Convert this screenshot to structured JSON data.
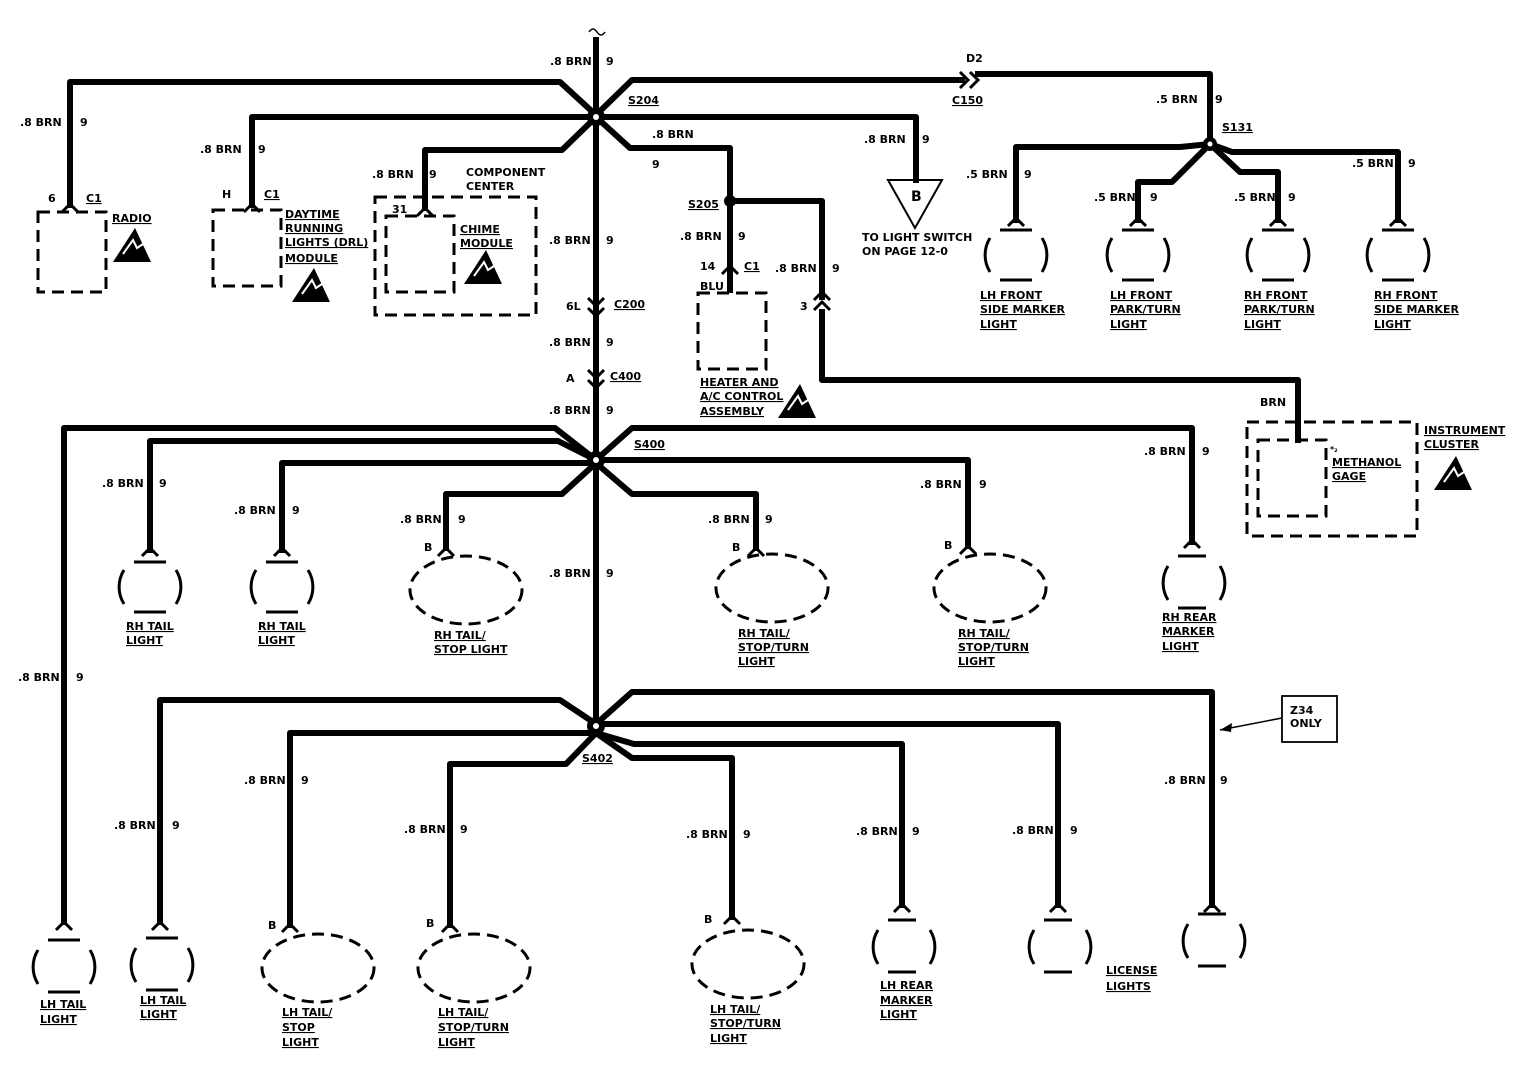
{
  "splices": {
    "s204": "S204",
    "s205": "S205",
    "s131": "S131",
    "s400": "S400",
    "s402": "S402"
  },
  "connectors": {
    "c150": "C150",
    "c200": "C200",
    "c400": "C400",
    "d2": "D2",
    "c1": "C1",
    "pin_6": "6",
    "pin_h": "H",
    "pin_31": "31",
    "pin_14": "14",
    "pin_3": "3",
    "pin_6l": "6L",
    "pin_a": "A",
    "pin_b": "B"
  },
  "wires": {
    "brn_08": ".8 BRN",
    "brn_05": ".5 BRN",
    "brn": "BRN",
    "blu": "BLU",
    "circuit": "9"
  },
  "components": {
    "radio": "RADIO",
    "drl": [
      "DAYTIME",
      "RUNNING",
      "LIGHTS (DRL)",
      "MODULE"
    ],
    "component_center": [
      "COMPONENT",
      "CENTER"
    ],
    "chime": [
      "CHIME",
      "MODULE"
    ],
    "heater": [
      "HEATER AND",
      "A/C CONTROL",
      "ASSEMBLY"
    ],
    "light_switch_ref": "B",
    "light_switch": [
      "TO LIGHT SWITCH",
      "ON PAGE 12-0"
    ],
    "instrument_cluster": [
      "INSTRUMENT",
      "CLUSTER"
    ],
    "methanol_gage": [
      "METHANOL",
      "GAGE"
    ],
    "methanol_mark": "*₂",
    "lh_front_side_marker": [
      "LH FRONT",
      "SIDE MARKER",
      "LIGHT"
    ],
    "lh_front_park_turn": [
      "LH FRONT",
      "PARK/TURN",
      "LIGHT"
    ],
    "rh_front_park_turn": [
      "RH FRONT",
      "PARK/TURN",
      "LIGHT"
    ],
    "rh_front_side_marker": [
      "RH FRONT",
      "SIDE MARKER",
      "LIGHT"
    ],
    "rh_tail_1": [
      "RH TAIL",
      "LIGHT"
    ],
    "rh_tail_2": [
      "RH TAIL",
      "LIGHT"
    ],
    "rh_tail_stop": [
      "RH TAIL/",
      "STOP LIGHT"
    ],
    "rh_tail_stop_turn_1": [
      "RH TAIL/",
      "STOP/TURN",
      "LIGHT"
    ],
    "rh_tail_stop_turn_2": [
      "RH TAIL/",
      "STOP/TURN",
      "LIGHT"
    ],
    "rh_rear_marker": [
      "RH REAR",
      "MARKER",
      "LIGHT"
    ],
    "z34": [
      "Z34",
      "ONLY"
    ],
    "lh_tail_1": [
      "LH TAIL",
      "LIGHT"
    ],
    "lh_tail_2": [
      "LH TAIL",
      "LIGHT"
    ],
    "lh_tail_stop": [
      "LH TAIL/",
      "STOP",
      "LIGHT"
    ],
    "lh_tail_stop_turn_1": [
      "LH TAIL/",
      "STOP/TURN",
      "LIGHT"
    ],
    "lh_tail_stop_turn_2": [
      "LH TAIL/",
      "STOP/TURN",
      "LIGHT"
    ],
    "lh_rear_marker": [
      "LH REAR",
      "MARKER",
      "LIGHT"
    ],
    "license_lights": [
      "LICENSE",
      "LIGHTS"
    ]
  }
}
